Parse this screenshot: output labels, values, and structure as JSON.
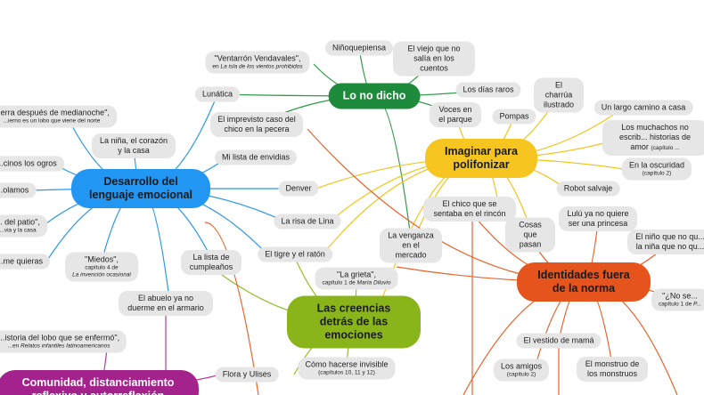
{
  "hubs": {
    "lo_no_dicho": {
      "label": "Lo no dicho",
      "color": "#1e8a3c",
      "text_color": "#ffffff"
    },
    "imaginar": {
      "label": "Imaginar para polifonizar",
      "color": "#f7c51f",
      "text_color": "#1a1a1a"
    },
    "desarrollo": {
      "label": "Desarrollo del lenguaje emocional",
      "color": "#2196f3",
      "text_color": "#1a1a1a"
    },
    "creencias": {
      "label": "Las creencias detrás de las emociones",
      "color": "#8ab51a",
      "text_color": "#1a1a1a"
    },
    "identidades": {
      "label": "Identidades fuera de la norma",
      "color": "#e4541c",
      "text_color": "#1a1a1a"
    },
    "comunidad": {
      "label": "Comunidad, distanciamiento reflexivo y autorreflexión",
      "color": "#a4228c",
      "text_color": "#ffffff"
    }
  },
  "leaves": {
    "ninoquepiensa": {
      "label": "Niñoquepiensa"
    },
    "viejo": {
      "label": "El viejo que no salía en los cuentos"
    },
    "ventarron": {
      "label": "\"Ventarrón Vendavales\",",
      "sub_prefix": "en ",
      "sub_italic": "La isla de los vientos prohibidos"
    },
    "lunatica": {
      "label": "Lunática"
    },
    "dias_raros": {
      "label": "Los días raros"
    },
    "charrua": {
      "label": "El charrúa ilustrado"
    },
    "largo_camino": {
      "label": "Un largo camino a casa"
    },
    "voces": {
      "label": "Voces en el parque"
    },
    "pompas": {
      "label": "Pompas"
    },
    "imprevisto": {
      "label": "El imprevisto caso del chico en la pecera"
    },
    "muchachos": {
      "label": "Los muchachos no escrib... historias de amor",
      "sub": "(capítulo ..."
    },
    "oscuridad": {
      "label": "En la oscuridad",
      "sub": "(capítulo 2)"
    },
    "nina_corazon": {
      "label": "La niña, el corazón y la casa"
    },
    "lista_envidias": {
      "label": "Mi lista de envidias"
    },
    "robot": {
      "label": "Robot salvaje"
    },
    "denver": {
      "label": "Denver"
    },
    "tierra": {
      "label": "...erra después de medianoche\",",
      "sub": "...ierno es un lobo que viene del norte"
    },
    "ogros": {
      "label": "...cinos los ogros"
    },
    "olamos": {
      "label": "...olamos"
    },
    "patio": {
      "label": "... del patio\",",
      "sub": "...via y la casa"
    },
    "quieras": {
      "label": "...me quieras"
    },
    "chico_rincon": {
      "label": "El chico que se sentaba en el rincón"
    },
    "lulu": {
      "label": "Lulú ya no quiere ser una princesa"
    },
    "risa_lina": {
      "label": "La risa de Lina"
    },
    "cosas": {
      "label": "Cosas que pasan"
    },
    "nino_nina": {
      "label": "El niño que no qu... la niña que no qu..."
    },
    "venganza": {
      "label": "La venganza en el mercado"
    },
    "tigre": {
      "label": "El tigre y el ratón"
    },
    "miedos": {
      "label": "\"Miedos\",",
      "sub": "capítulo 4 de",
      "sub_italic": "La invención ocasional"
    },
    "lista_cumple": {
      "label": "La lista de cumpleaños"
    },
    "grieta": {
      "label": "\"La grieta\",",
      "sub_prefix": "capítulo 1 de ",
      "sub_italic": "María Diluvio"
    },
    "no_se": {
      "label": "\"¿No se...",
      "sub_prefix": "capítulo 1 de ",
      "sub_italic": "P..."
    },
    "abuelo": {
      "label": "El abuelo ya no duerme en el armario"
    },
    "historia_lobo": {
      "label": "...istoria del lobo que se enfermó\",",
      "sub_prefix": "...en ",
      "sub_italic": "Relatos infantiles latinoamericanos"
    },
    "vestido": {
      "label": "El vestido de mamá"
    },
    "monstruo": {
      "label": "El monstruo de los monstruos"
    },
    "amigos": {
      "label": "Los amigos",
      "sub": "(capítulo 2)"
    },
    "flora": {
      "label": "Flora y Ulises"
    },
    "invisible": {
      "label": "Cómo hacerse invisible",
      "sub": "(capítulos 10, 11 y 12)"
    }
  },
  "edge_colors": {
    "green": "#2f9a48",
    "yellow": "#f2c51e",
    "blue": "#2b97ee",
    "lime": "#95bd2c",
    "orange": "#e8642c",
    "magenta": "#b53a99"
  }
}
